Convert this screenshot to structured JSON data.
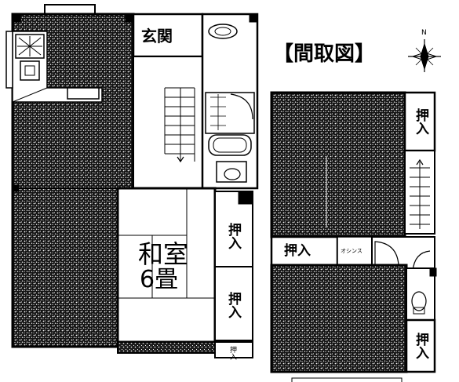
{
  "plan": {
    "title": "【間取図】",
    "genkan": "玄関",
    "washitsu_name": "和室",
    "washitsu_size": "6畳",
    "oshiire": "押入",
    "oshiire_small": "押入",
    "osunsu": "オシンス"
  },
  "compass": {
    "north_label": "N"
  },
  "colors": {
    "ink": "#000000",
    "paper": "#ffffff",
    "texture": "#1a1a1a"
  }
}
